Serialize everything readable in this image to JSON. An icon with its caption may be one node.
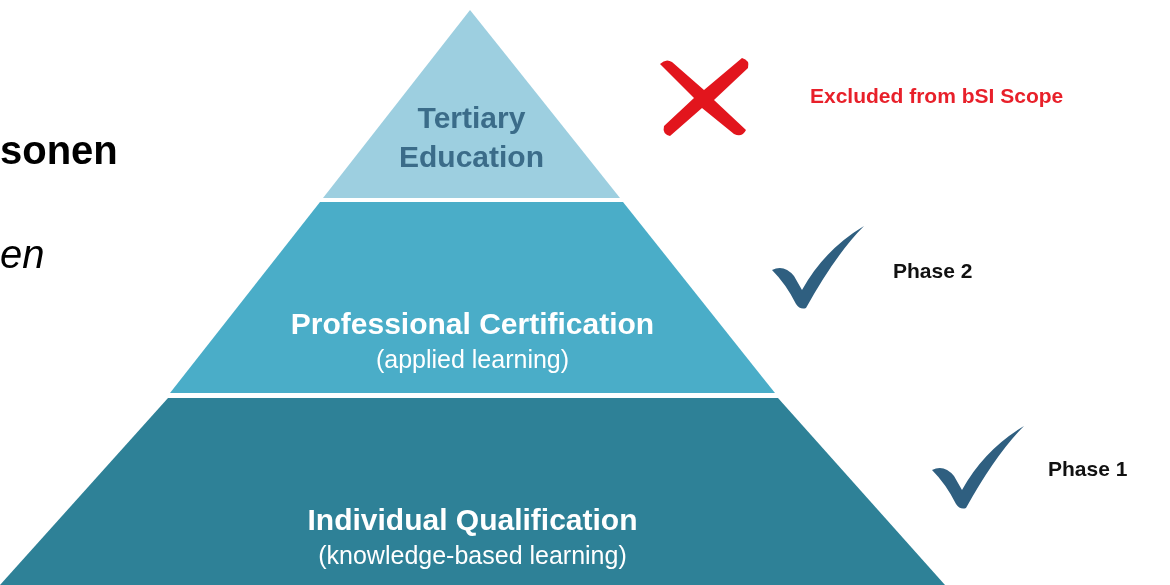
{
  "diagram": {
    "nodes": [
      {
        "text": [
          "Tertiary Education"
        ]
      },
      {
        "text": [
          "Professional Certification",
          "(applied learning)"
        ]
      },
      {
        "text": [
          "Individual Qualification",
          "(knowledge-based learning)"
        ]
      }
    ],
    "labels": [
      "sonen",
      "en",
      "Excluded from bSI Scope",
      "Phase 2",
      "Phase 1"
    ]
  }
}
